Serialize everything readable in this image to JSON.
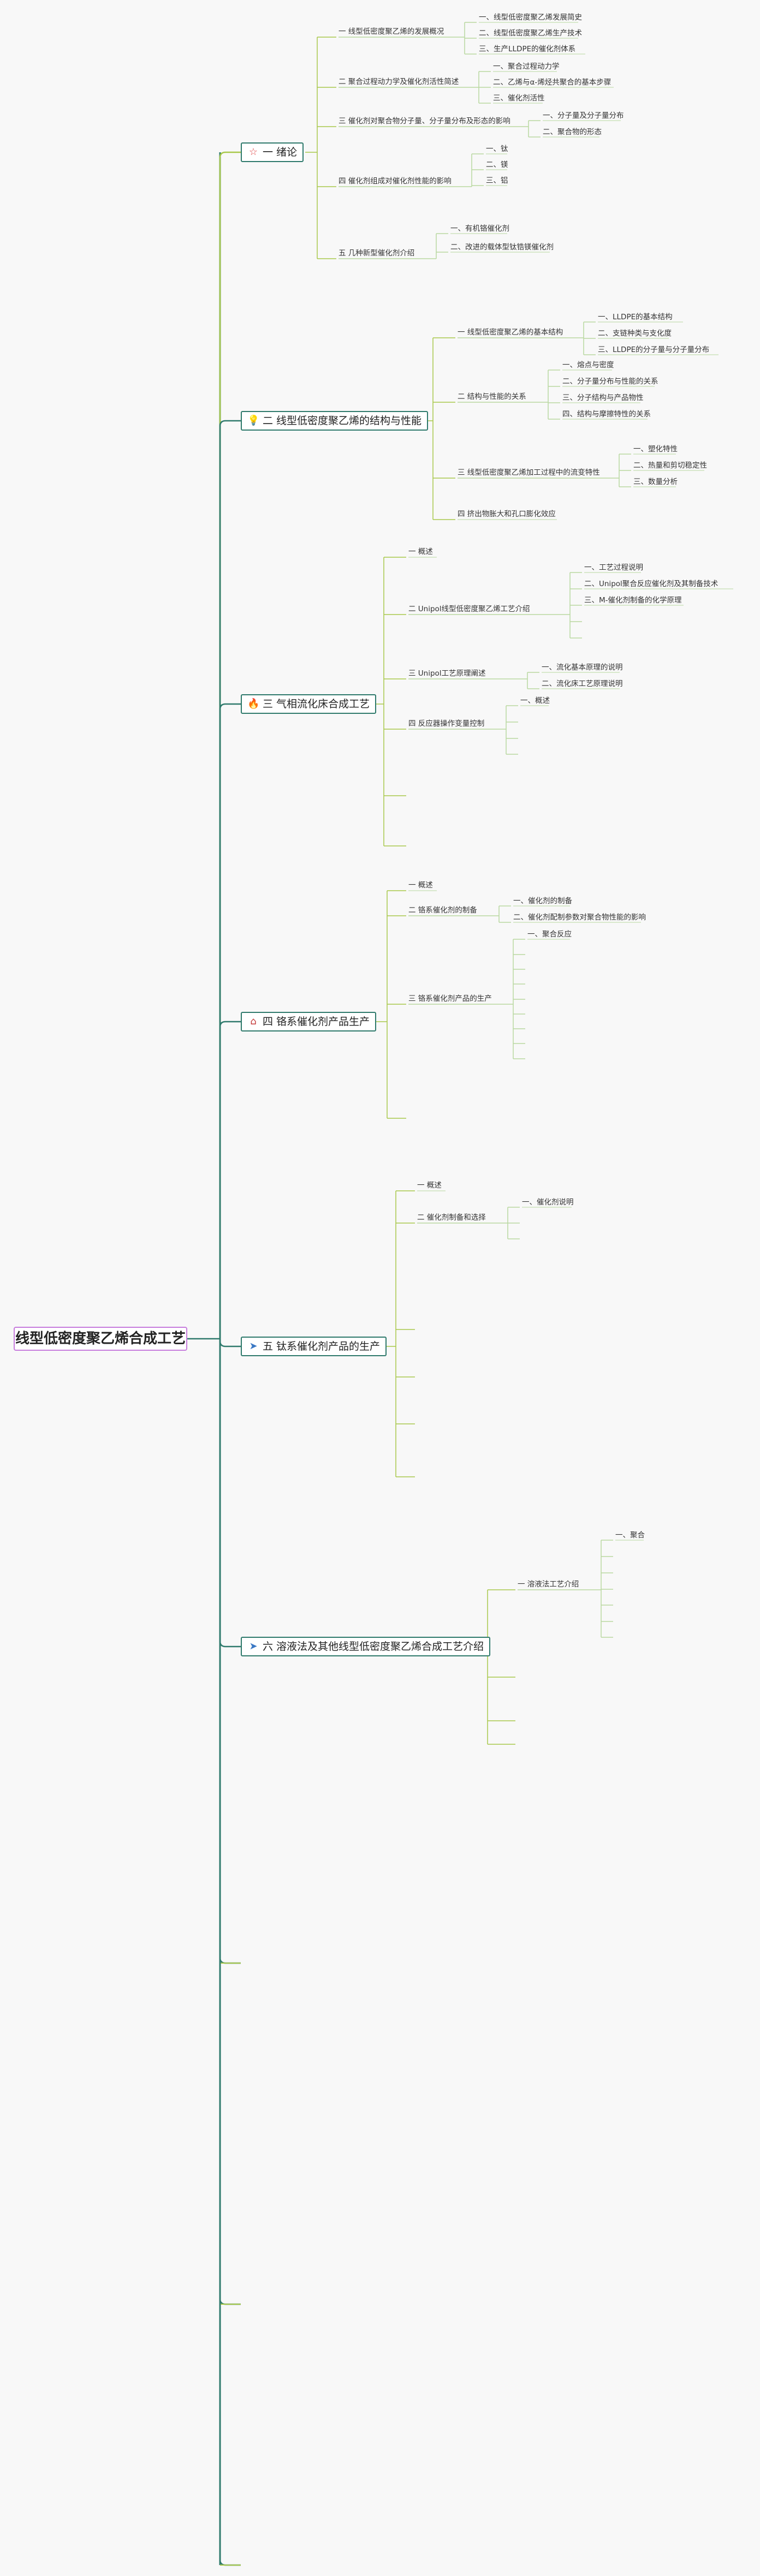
{
  "root": {
    "label": "线型低密度聚乙烯合成工艺"
  },
  "colors": {
    "trunk": "#2f7a6c",
    "branch1": "#a8c84a",
    "branch2": "#b9d8a0",
    "root_border": "#c77ddd"
  },
  "topics": [
    {
      "icon": "star-icon",
      "glyph": "☆",
      "label": "一 绪论",
      "children": [
        {
          "label": "一 线型低密度聚乙烯的发展概况",
          "children": [
            "一、线型低密度聚乙烯发展简史",
            "二、线型低密度聚乙烯生产技术",
            "三、生产LLDPE的催化剂体系"
          ]
        },
        {
          "label": "二 聚合过程动力学及催化剂活性简述",
          "children": [
            "一、聚合过程动力学",
            "二、乙烯与α-烯烃共聚合的基本步骤",
            "三、催化剂活性"
          ]
        },
        {
          "label": "三 催化剂对聚合物分子量、分子量分布及形态的影响",
          "children": [
            "一、分子量及分子量分布",
            "二、聚合物的形态"
          ]
        },
        {
          "label": "四 催化剂组成对催化剂性能的影响",
          "children": [
            "一、钛",
            "二、镁",
            "三、铝"
          ]
        },
        {
          "label": "五 几种新型催化剂介绍",
          "children": [
            "一、有机铬催化剂",
            "二、改进的载体型钛锆镁催化剂"
          ]
        }
      ]
    },
    {
      "icon": "lightbulb-icon",
      "glyph": "💡",
      "label": "二 线型低密度聚乙烯的结构与性能",
      "children": [
        {
          "label": "一 线型低密度聚乙烯的基本结构",
          "children": [
            "一、LLDPE的基本结构",
            "二、支链种类与支化度",
            "三、LLDPE的分子量与分子量分布"
          ]
        },
        {
          "label": "二 结构与性能的关系",
          "children": [
            "一、熔点与密度",
            "二、分子量分布与性能的关系",
            "三、分子结构与产品物性",
            "四、结构与摩擦特性的关系"
          ]
        },
        {
          "label": "三 线型低密度聚乙烯加工过程中的流变特性",
          "children": [
            "一、塑化特性",
            "二、热量和剪切稳定性",
            "三、数量分析"
          ]
        },
        {
          "label": "四 挤出物胀大和孔口膨化效应",
          "children": []
        }
      ]
    },
    {
      "icon": "fire-icon",
      "glyph": "🔥",
      "label": "三 气相流化床合成工艺",
      "children": [
        {
          "label": "一 概述",
          "children": []
        },
        {
          "label": "二 Unipol线型低密度聚乙烯工艺介绍",
          "children": [
            "一、工艺过程说明",
            "二、Unipol聚合反应催化剂及其制备技术",
            "三、M-催化剂制备的化学原理",
            "",
            ""
          ]
        },
        {
          "label": "三 Unipol工艺原理阐述",
          "children": [
            "一、流化基本原理的说明",
            "二、流化床工艺原理说明"
          ]
        },
        {
          "label": "四 反应器操作变量控制",
          "children": [
            "一、概述",
            "",
            "",
            ""
          ]
        },
        {
          "label": "",
          "children": []
        },
        {
          "label": "",
          "children": []
        }
      ]
    },
    {
      "icon": "house-icon",
      "glyph": "⌂",
      "label": "四 铬系催化剂产品生产",
      "children": [
        {
          "label": "一 概述",
          "children": []
        },
        {
          "label": "二 铬系催化剂的制备",
          "children": [
            "一、催化剂的制备",
            "二、催化剂配制参数对聚合物性能的影响"
          ]
        },
        {
          "label": "三 铬系催化剂产品的生产",
          "children": [
            "一、聚合反应",
            "",
            "",
            "",
            "",
            "",
            "",
            "",
            ""
          ]
        },
        {
          "label": "",
          "children": []
        }
      ]
    },
    {
      "icon": "send-icon",
      "glyph": "➤",
      "label": "五 钛系催化剂产品的生产",
      "children": [
        {
          "label": "一 概述",
          "children": []
        },
        {
          "label": "二 催化剂制备和选择",
          "children": [
            "一、催化剂说明",
            "",
            ""
          ]
        },
        {
          "label": "",
          "children": []
        },
        {
          "label": "",
          "children": []
        },
        {
          "label": "",
          "children": []
        },
        {
          "label": "",
          "children": []
        }
      ]
    },
    {
      "icon": "send-icon",
      "glyph": "➤",
      "label": "六 溶液法及其他线型低密度聚乙烯合成工艺介绍",
      "children": [
        {
          "label": "一 溶液法工艺介绍",
          "children": [
            "一、聚合",
            "",
            "",
            "",
            "",
            "",
            ""
          ]
        },
        {
          "label": "",
          "children": []
        },
        {
          "label": "",
          "children": []
        },
        {
          "label": "",
          "children": []
        }
      ]
    },
    {
      "icon": "",
      "glyph": "",
      "label": "",
      "children": []
    },
    {
      "icon": "",
      "glyph": "",
      "label": "",
      "children": []
    },
    {
      "icon": "",
      "glyph": "",
      "label": "",
      "children": []
    }
  ]
}
